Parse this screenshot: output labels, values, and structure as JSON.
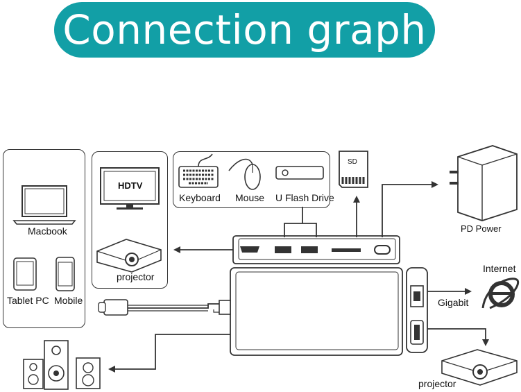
{
  "title": "Connection graph",
  "colors": {
    "title_bg": "#129fa6",
    "title_text": "#ffffff",
    "line": "#333333"
  },
  "devices": {
    "laptop": {
      "macbook": "Macbook",
      "tablet": "Tablet PC",
      "mobile": "Mobile"
    },
    "display": {
      "hdtv": "HDTV",
      "projector": "projector"
    },
    "usb": {
      "keyboard": "Keyboard",
      "mouse": "Mouse",
      "flash": "U Flash Drive"
    },
    "sd": "SD",
    "power": "PD Power",
    "internet": "Internet",
    "gigabit": "Gigabit",
    "vga_projector": "projector"
  },
  "icons": [
    "laptop-icon",
    "tablet-icon",
    "mobile-icon",
    "tv-icon",
    "projector-icon",
    "keyboard-icon",
    "mouse-icon",
    "flash-drive-icon",
    "sd-card-icon",
    "power-adapter-icon",
    "internet-explorer-icon",
    "speakers-icon",
    "usb-c-hub-icon"
  ]
}
